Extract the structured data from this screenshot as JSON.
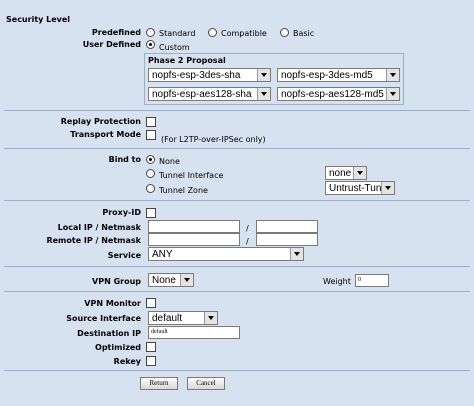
{
  "security": {
    "heading": "Security Level",
    "predefined_label": "Predefined",
    "predefined_options": [
      "Standard",
      "Compatible",
      "Basic"
    ],
    "user_defined_label": "User Defined",
    "user_defined_option": "Custom"
  },
  "phase2": {
    "title": "Phase 2 Proposal",
    "proposals": [
      "nopfs-esp-3des-sha",
      "nopfs-esp-3des-md5",
      "nopfs-esp-aes128-sha",
      "nopfs-esp-aes128-md5"
    ]
  },
  "replay_protection_label": "Replay Protection",
  "transport": {
    "label": "Transport Mode",
    "note": "(For L2TP-over-IPSec only)"
  },
  "bind": {
    "label": "Bind to",
    "options": [
      "None",
      "Tunnel Interface",
      "Tunnel Zone"
    ],
    "tunnel_interface_value": "none",
    "tunnel_zone_value": "Untrust-Tun"
  },
  "proxy": {
    "label": "Proxy-ID",
    "local_label": "Local IP / Netmask",
    "remote_label": "Remote IP / Netmask",
    "slash": "/",
    "service_label": "Service",
    "service_value": "ANY"
  },
  "vpn_group": {
    "label": "VPN Group",
    "value": "None",
    "weight_label": "Weight",
    "weight_value": "0"
  },
  "monitor": {
    "label": "VPN Monitor",
    "source_label": "Source Interface",
    "source_value": "default",
    "dest_label": "Destination IP",
    "dest_value": "default",
    "optimized_label": "Optimized",
    "rekey_label": "Rekey"
  },
  "buttons": {
    "return": "Return",
    "cancel": "Cancel"
  }
}
